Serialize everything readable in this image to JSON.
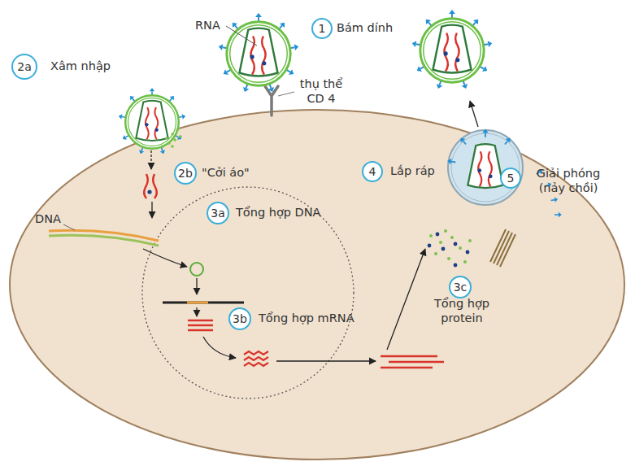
{
  "diagram": {
    "nodes": [
      {
        "text": [
          "1"
        ]
      },
      {
        "text": [
          "2a"
        ]
      },
      {
        "text": [
          "2b"
        ]
      },
      {
        "text": [
          "3a"
        ]
      },
      {
        "text": [
          "3b"
        ]
      },
      {
        "text": [
          "4"
        ]
      },
      {
        "text": [
          "5"
        ]
      },
      {
        "text": [
          "3c"
        ]
      }
    ],
    "labels": [
      "RNA",
      "Bám dính",
      "Xâm nhập",
      "thụ thể CD 4",
      "\"Cởi áo\"",
      "DNA",
      "Tổng hợp DNA",
      "Tổng hợp mRNA",
      "Lắp ráp",
      "Giải phóng (nảy chồi)",
      "Tổng hợp protein"
    ]
  }
}
